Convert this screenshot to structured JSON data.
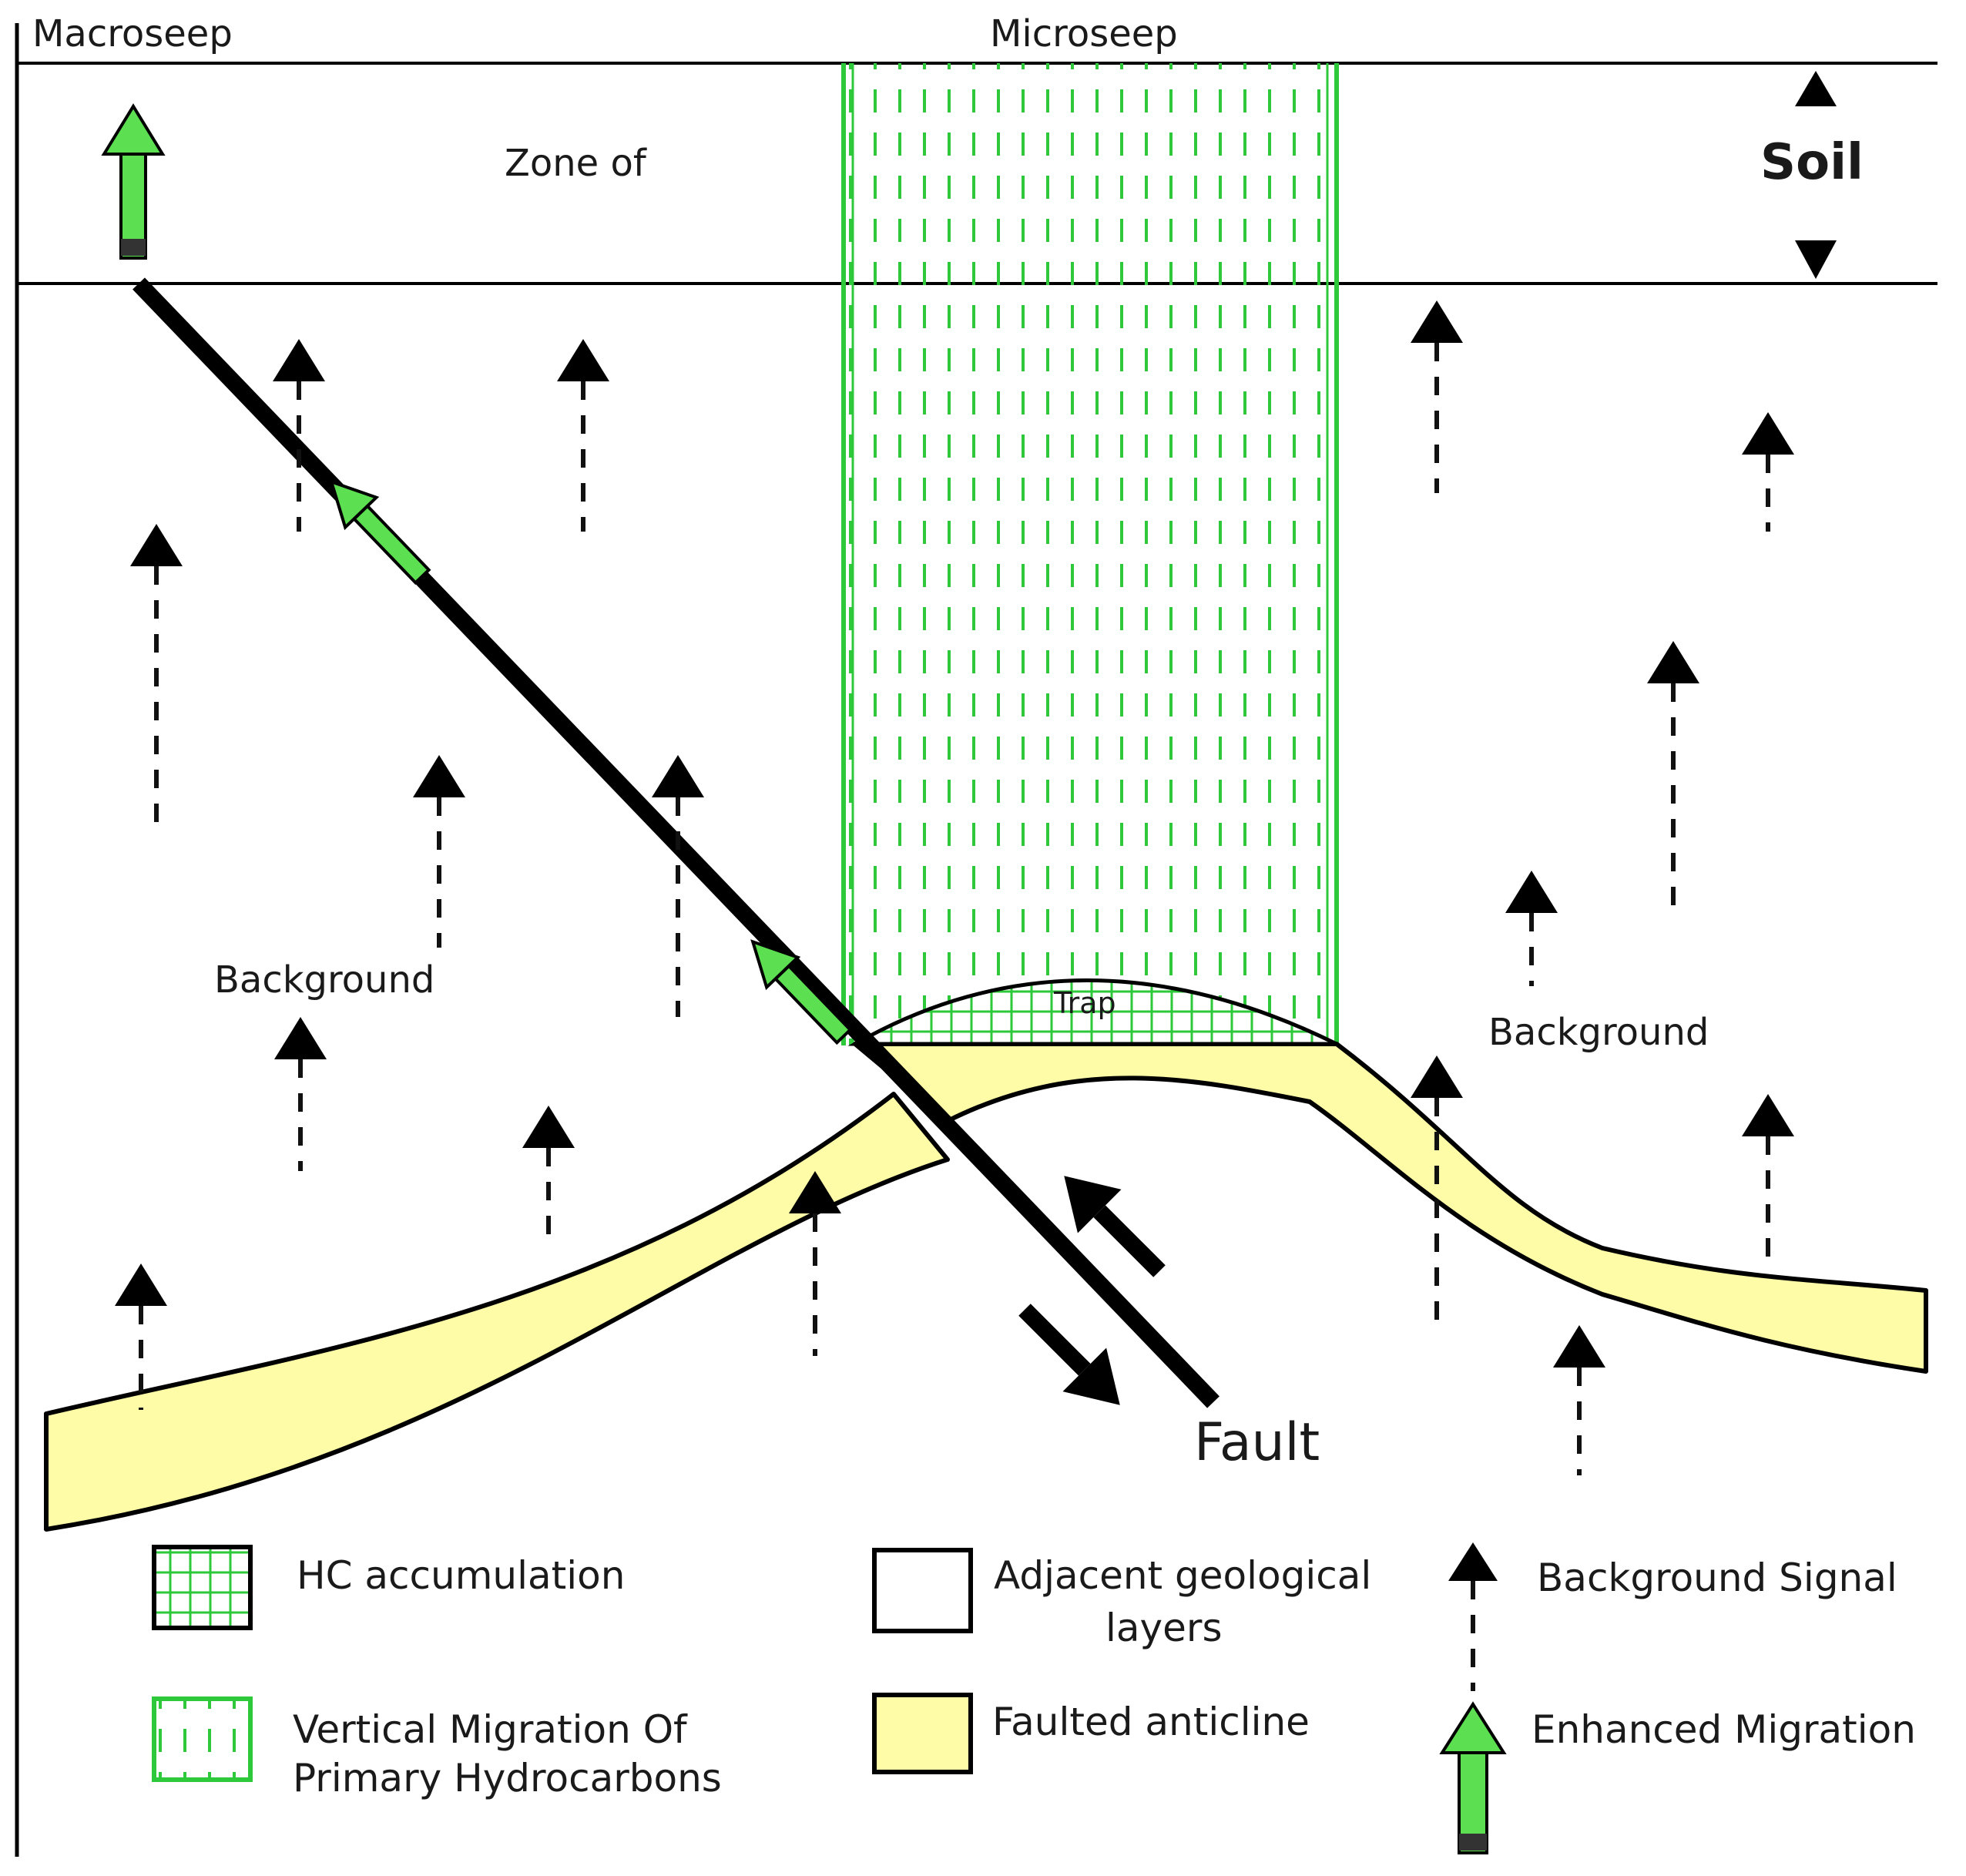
{
  "labels": {
    "macroseep": "Macroseep",
    "microseep": "Microseep",
    "zone_of": "Zone of",
    "soil": "Soil",
    "background_left": "Background",
    "background_right": "Background",
    "trap": "Trap",
    "fault": "Fault"
  },
  "legend": {
    "hc_accumulation": "HC accumulation",
    "adjacent_layers_line1": "Adjacent geological",
    "adjacent_layers_line2": "layers",
    "background_signal": "Background  Signal",
    "vertical_migration_line1": "Vertical Migration Of",
    "vertical_migration_line2": "Primary  Hydrocarbons",
    "faulted_anticline": "Faulted anticline",
    "enhanced_migration": "Enhanced Migration"
  },
  "colors": {
    "anticline_fill": "#FFFCA8",
    "migration_green": "#2EC93A",
    "arrow_green": "#5CE051",
    "line": "#000000"
  },
  "icons": {
    "background_signal": "dashed-up-arrow-icon",
    "enhanced_migration": "green-up-arrow-icon"
  }
}
